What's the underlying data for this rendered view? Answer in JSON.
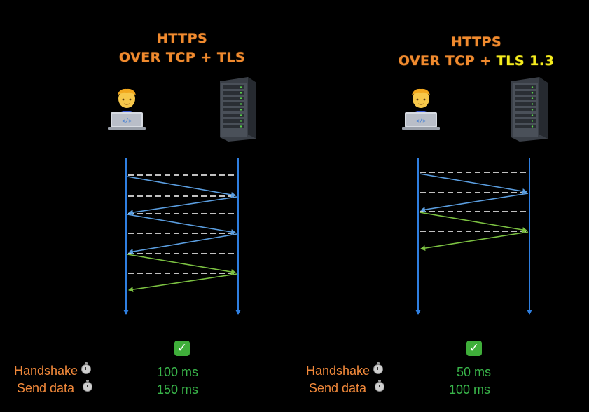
{
  "left": {
    "title_line1": "HTTPS",
    "title_line2": "OVER TCP + TLS",
    "metrics": [
      {
        "label": "Handshake",
        "value": "100 ms"
      },
      {
        "label": "Send data",
        "value": "150 ms"
      }
    ]
  },
  "right": {
    "title_line1": "HTTPS",
    "title_line2_prefix": "OVER TCP + ",
    "title_line2_highlight": "TLS 1.3",
    "metrics": [
      {
        "label": "Handshake",
        "value": "50 ms"
      },
      {
        "label": "Send data",
        "value": "100 ms"
      }
    ]
  },
  "icons": {
    "client": "developer-with-laptop-icon",
    "server": "server-rack-icon",
    "done": "check-mark-button-icon",
    "timer": "stopwatch-icon"
  },
  "colors": {
    "title": "#f08a2e",
    "title_highlight": "#f5ec1e",
    "timeline": "#2f7fe0",
    "handshake_arrow": "#5b9ee0",
    "data_arrow": "#7cc242",
    "divider": "#ffffff",
    "metric_label": "#f0883a",
    "metric_value": "#39b54a"
  }
}
